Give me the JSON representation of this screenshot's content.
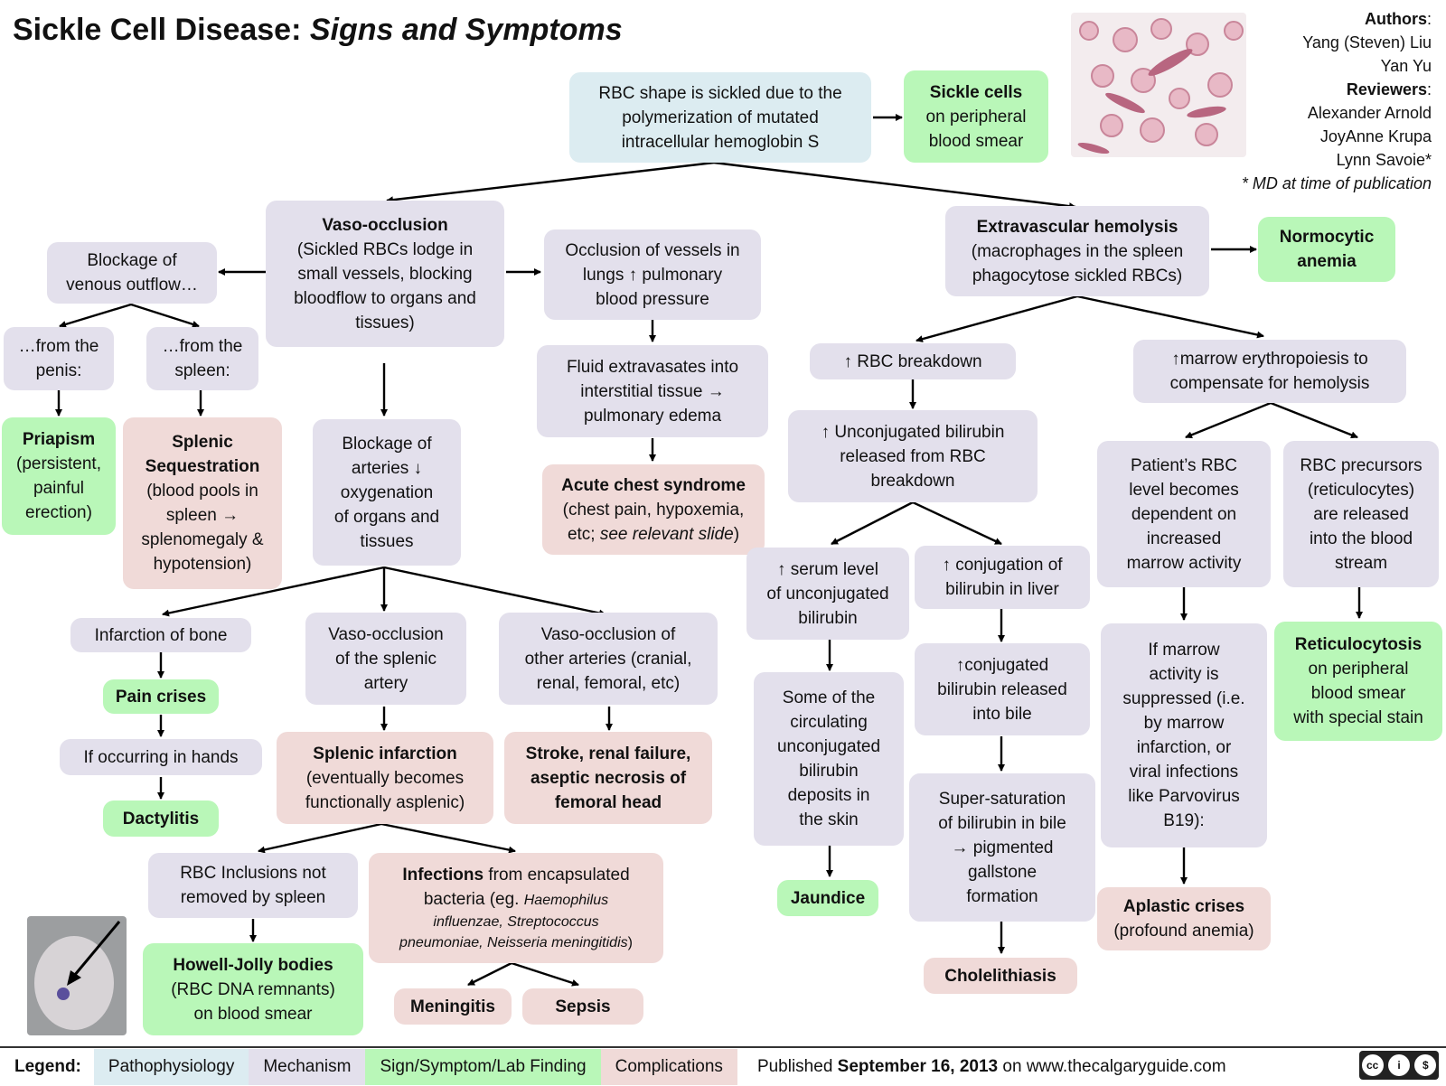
{
  "title": {
    "main": "Sickle Cell Disease:",
    "sub": "Signs and Symptoms"
  },
  "authors": {
    "authors_label": "Authors",
    "author1": "Yang (Steven) Liu",
    "author2": "Yan Yu",
    "reviewers_label": "Reviewers",
    "reviewer1": "Alexander Arnold",
    "reviewer2": "JoyAnne Krupa",
    "reviewer3": "Lynn Savoie*",
    "note": "* MD at time of publication"
  },
  "nodes": {
    "rbc_shape": {
      "l1": "RBC shape is sickled due to the",
      "l2": "polymerization of mutated",
      "l3": "intracellular hemoglobin S"
    },
    "sickle_cells": {
      "bold": "Sickle cells",
      "l1": "on peripheral",
      "l2": "blood smear"
    },
    "vaso": {
      "bold": "Vaso-occlusion",
      "l1": "(Sickled RBCs lodge in",
      "l2": "small vessels, blocking",
      "l3": "bloodflow to organs and",
      "l4": "tissues)"
    },
    "blockage_venous": {
      "l1": "Blockage of",
      "l2": "venous outflow…"
    },
    "from_penis": {
      "l1": "…from the",
      "l2": "penis:"
    },
    "from_spleen": {
      "l1": "…from the",
      "l2": "spleen:"
    },
    "priapism": {
      "bold": "Priapism",
      "l1": "(persistent,",
      "l2": "painful",
      "l3": "erection)"
    },
    "splenic_seq": {
      "b1": "Splenic",
      "b2": "Sequestration",
      "l1": "(blood pools in",
      "l2": "spleen →",
      "l3": "splenomegaly &",
      "l4": "hypotension)"
    },
    "blockage_arteries": {
      "l1": "Blockage of",
      "l2": "arteries ↓",
      "l3": "oxygenation",
      "l4": "of organs and",
      "l5": "tissues"
    },
    "occlusion_lungs": {
      "l1": "Occlusion of vessels in",
      "l2": "lungs ↑ pulmonary",
      "l3": "blood pressure"
    },
    "fluid": {
      "l1": "Fluid extravasates into",
      "l2": "interstitial tissue →",
      "l3": "pulmonary edema"
    },
    "acs": {
      "bold": "Acute chest syndrome",
      "l1": "(chest pain, hypoxemia,",
      "l2a": "etc; ",
      "l2b": "see relevant slide",
      "l2c": ")"
    },
    "infarction_bone": {
      "l1": "Infarction of bone"
    },
    "pain_crises": {
      "bold": "Pain crises"
    },
    "if_hands": {
      "l1": "If occurring in hands"
    },
    "dactylitis": {
      "bold": "Dactylitis"
    },
    "vaso_splenic": {
      "l1": "Vaso-occlusion",
      "l2": "of the splenic",
      "l3": "artery"
    },
    "splenic_inf": {
      "bold": "Splenic infarction",
      "l1": "(eventually becomes",
      "l2": "functionally asplenic)"
    },
    "vaso_other": {
      "l1": "Vaso-occlusion of",
      "l2": "other arteries (cranial,",
      "l3": "renal, femoral, etc)"
    },
    "stroke": {
      "l1": "Stroke, renal failure,",
      "l2": "aseptic necrosis of",
      "l3": "femoral head"
    },
    "rbc_inclusions": {
      "l1": "RBC Inclusions not",
      "l2": "removed by spleen"
    },
    "howell": {
      "bold": "Howell-Jolly bodies",
      "l1": "(RBC DNA remnants)",
      "l2": "on blood smear"
    },
    "infections": {
      "bold": "Infections",
      "l1": " from encapsulated",
      "l2a": "bacteria (eg. ",
      "l2b": "Haemophilus",
      "l3": "influenzae, Streptococcus",
      "l4a": "pneumoniae, Neisseria meningitidis",
      "l4b": ")"
    },
    "meningitis": {
      "bold": "Meningitis"
    },
    "sepsis": {
      "bold": "Sepsis"
    },
    "extravascular": {
      "bold": "Extravascular hemolysis",
      "l1": "(macrophages in the spleen",
      "l2": "phagocytose sickled RBCs)"
    },
    "normocytic": {
      "b1": "Normocytic",
      "b2": "anemia"
    },
    "rbc_breakdown": {
      "l1": "↑ RBC breakdown"
    },
    "unconj": {
      "l1": "↑ Unconjugated bilirubin",
      "l2": "released from RBC",
      "l3": "breakdown"
    },
    "serum": {
      "l1": "↑ serum level",
      "l2": "of unconjugated",
      "l3": "bilirubin"
    },
    "conj_liver": {
      "l1": "↑ conjugation of",
      "l2": "bilirubin in liver"
    },
    "deposits": {
      "l1": "Some of the",
      "l2": "circulating",
      "l3": "unconjugated",
      "l4": "bilirubin",
      "l5": "deposits in",
      "l6": "the skin"
    },
    "conj_bile": {
      "l1": "↑conjugated",
      "l2": "bilirubin released",
      "l3": "into bile"
    },
    "jaundice": {
      "bold": "Jaundice"
    },
    "supersat": {
      "l1": "Super-saturation",
      "l2": "of bilirubin in bile",
      "l3": "→ pigmented",
      "l4": "gallstone",
      "l5": "formation"
    },
    "chole": {
      "bold": "Cholelithiasis"
    },
    "marrow": {
      "l1": "↑marrow erythropoiesis to",
      "l2": "compensate for hemolysis"
    },
    "dependent": {
      "l1": "Patient’s RBC",
      "l2": "level becomes",
      "l3": "dependent on",
      "l4": "increased",
      "l5": "marrow activity"
    },
    "precursors": {
      "l1": "RBC precursors",
      "l2": "(reticulocytes)",
      "l3": "are released",
      "l4": "into the blood",
      "l5": "stream"
    },
    "suppressed": {
      "l1": "If marrow",
      "l2": "activity is",
      "l3": "suppressed (i.e.",
      "l4": "by marrow",
      "l5": "infarction, or",
      "l6": "viral infections",
      "l7": "like Parvovirus",
      "l8": "B19):"
    },
    "retic": {
      "bold": "Reticulocytosis",
      "l1": "on peripheral",
      "l2": "blood smear",
      "l3": "with special stain"
    },
    "aplastic": {
      "bold": "Aplastic crises",
      "l1": "(profound anemia)"
    }
  },
  "legend": {
    "label": "Legend:",
    "pathophysiology": "Pathophysiology",
    "mechanism": "Mechanism",
    "sign": "Sign/Symptom/Lab Finding",
    "complications": "Complications",
    "published_pre": "Published ",
    "published_date": "September 16, 2013",
    "published_post": " on www.thecalgaryguide.com"
  },
  "colors": {
    "pathophysiology": "#dcecf1",
    "mechanism": "#e3e0ec",
    "sign": "#b9f7b8",
    "complications": "#f0dad8"
  }
}
